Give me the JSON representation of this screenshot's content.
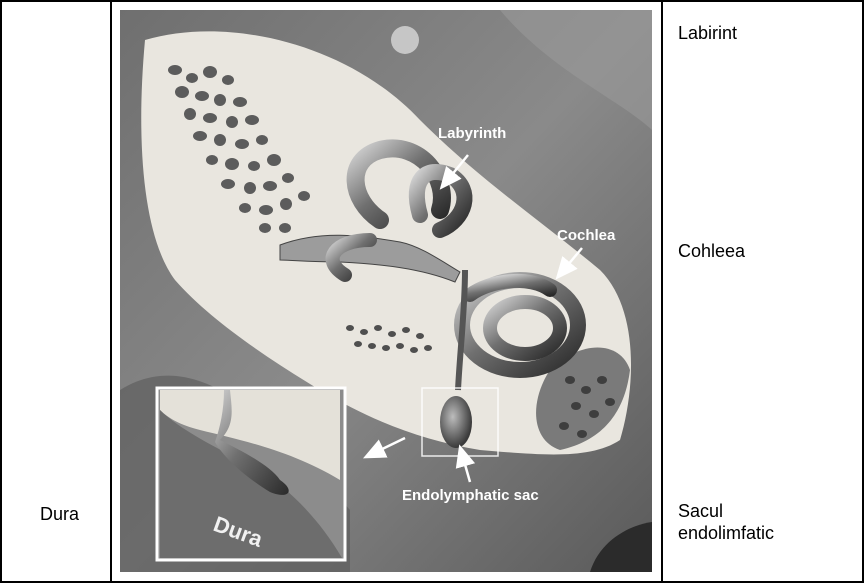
{
  "left_labels": {
    "dura": "Dura"
  },
  "right_labels": {
    "labirint": "Labirint",
    "cohleea": "Cohleea",
    "sacul_line1": "Sacul",
    "sacul_line2": "endolimfatic"
  },
  "illustration": {
    "labyrinth": "Labyrinth",
    "cochlea": "Cochlea",
    "endolymphatic_sac": "Endolymphatic sac",
    "dura": "Dura"
  }
}
